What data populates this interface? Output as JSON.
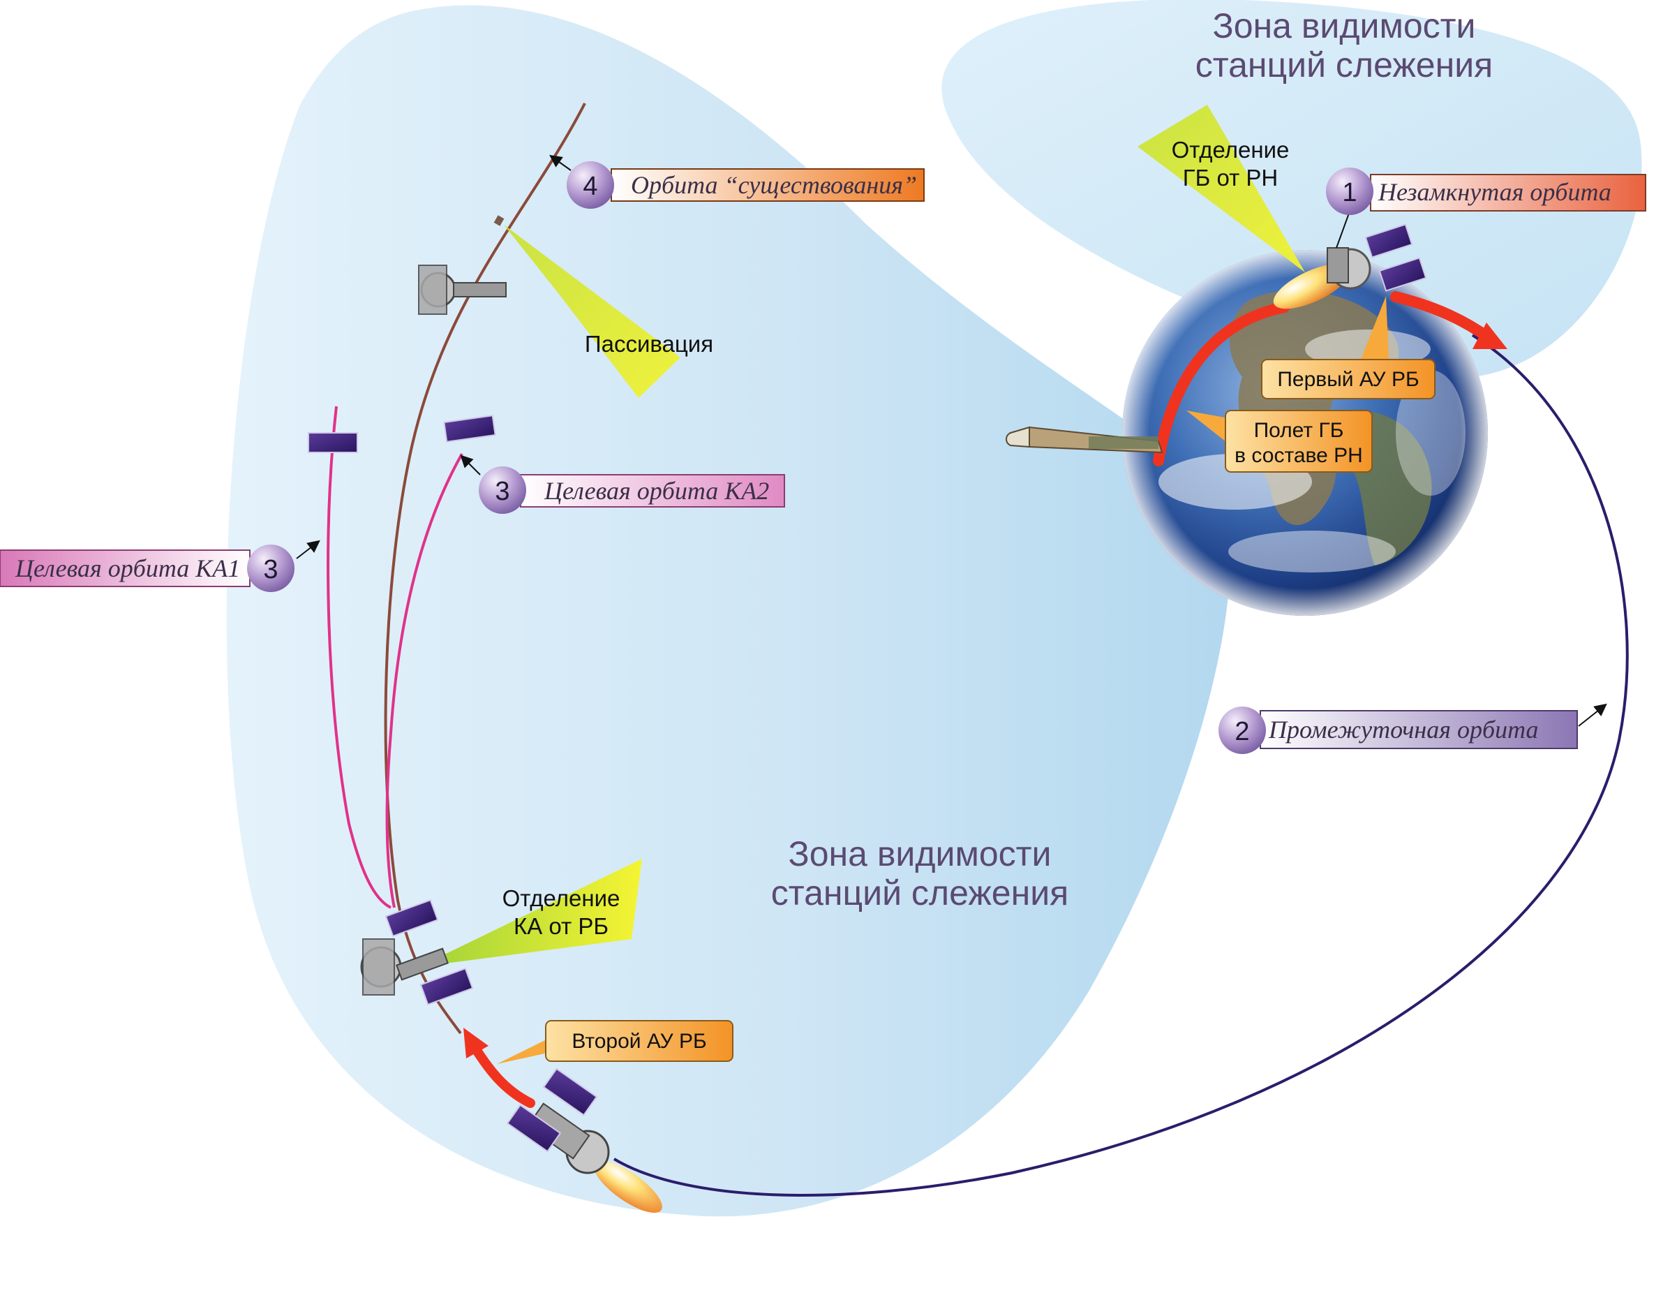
{
  "zones": {
    "top_right": [
      "Зона видимости",
      "станций слежения"
    ],
    "center": [
      "Зона видимости",
      "станций слежения"
    ]
  },
  "steps": [
    {
      "number": "1",
      "label": "Незамкнутая орбита",
      "color": "#e8603c"
    },
    {
      "number": "2",
      "label": "Промежуточная орбита",
      "color": "#7a62a0"
    },
    {
      "number": "3",
      "label": "Целевая орбита КА1",
      "color": "#d870b6"
    },
    {
      "number": "3",
      "label": "Целевая орбита КА2",
      "color": "#d870b6"
    },
    {
      "number": "4",
      "label": "Орбита “существования”",
      "color": "#ee7a22"
    }
  ],
  "events": {
    "gb_separation": [
      "Отделение",
      "ГБ от РН"
    ],
    "passivation": "Пассивация",
    "ka_separation": [
      "Отделение",
      "КА от РБ"
    ]
  },
  "callouts": {
    "first_burn": "Первый АУ РБ",
    "flight_with_rn": [
      "Полет ГБ",
      "в составе РН"
    ],
    "second_burn": "Второй АУ РБ"
  },
  "colors": {
    "zone_fill": "#cde7f6",
    "transfer_orbit": "#2b1d6b",
    "target_orbit": "#e0328a",
    "existence_orbit": "#8b4a3a",
    "burn_arrow": "#f0331f",
    "event_cone": "#cfe72e",
    "callout_fill": "#f7a93b"
  },
  "icons": [
    "earth-icon",
    "rocket-icon",
    "upper-stage-icon",
    "satellite-icon",
    "engine-plume-icon"
  ]
}
